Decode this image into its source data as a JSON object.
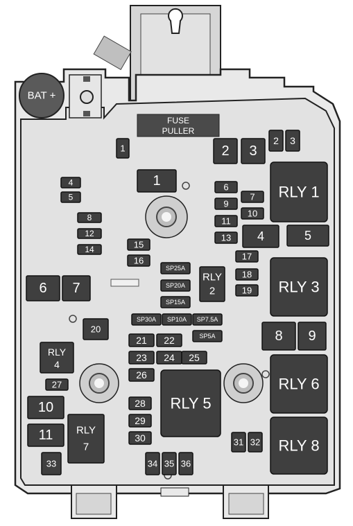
{
  "battery": {
    "label": "BAT +"
  },
  "fuse_puller": {
    "line1": "FUSE",
    "line2": "PULLER"
  },
  "components": [
    {
      "label": "1"
    },
    {
      "label": "1"
    },
    {
      "label": "2"
    },
    {
      "label": "3"
    },
    {
      "label": "2"
    },
    {
      "label": "3"
    },
    {
      "label": "RLY 1"
    },
    {
      "label": "4"
    },
    {
      "label": "5"
    },
    {
      "label": "6"
    },
    {
      "label": "7"
    },
    {
      "label": "9"
    },
    {
      "label": "10"
    },
    {
      "label": "11"
    },
    {
      "label": "13"
    },
    {
      "label": "4"
    },
    {
      "label": "5"
    },
    {
      "label": "8"
    },
    {
      "label": "12"
    },
    {
      "label": "14"
    },
    {
      "label": "15"
    },
    {
      "label": "16"
    },
    {
      "label": "17"
    },
    {
      "label": "18"
    },
    {
      "label": "19"
    },
    {
      "label": "RLY 3"
    },
    {
      "label": "6"
    },
    {
      "label": "7"
    },
    {
      "label": "SP25A"
    },
    {
      "label": "SP20A"
    },
    {
      "label": "SP15A"
    },
    {
      "label": "RLY"
    },
    {
      "label": "2"
    },
    {
      "label": "SP30A"
    },
    {
      "label": "SP10A"
    },
    {
      "label": "SP7.5A"
    },
    {
      "label": "SP5A"
    },
    {
      "label": "20"
    },
    {
      "label": "8"
    },
    {
      "label": "9"
    },
    {
      "label": "RLY"
    },
    {
      "label": "4"
    },
    {
      "label": "21"
    },
    {
      "label": "22"
    },
    {
      "label": "23"
    },
    {
      "label": "24"
    },
    {
      "label": "25"
    },
    {
      "label": "26"
    },
    {
      "label": "27"
    },
    {
      "label": "RLY 5"
    },
    {
      "label": "RLY 6"
    },
    {
      "label": "10"
    },
    {
      "label": "28"
    },
    {
      "label": "29"
    },
    {
      "label": "30"
    },
    {
      "label": "11"
    },
    {
      "label": "RLY"
    },
    {
      "label": "7"
    },
    {
      "label": "31"
    },
    {
      "label": "32"
    },
    {
      "label": "RLY 8"
    },
    {
      "label": "33"
    },
    {
      "label": "34"
    },
    {
      "label": "35"
    },
    {
      "label": "36"
    }
  ]
}
